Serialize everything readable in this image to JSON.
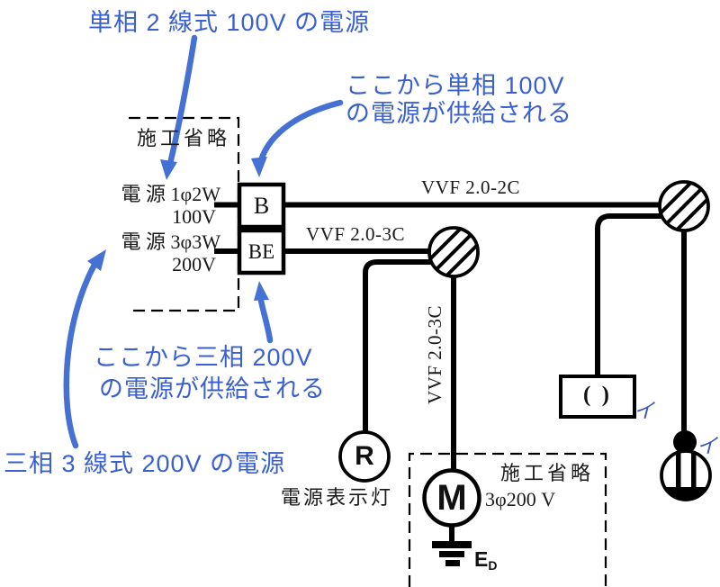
{
  "colors": {
    "annotation_blue": "#3a60d0",
    "arrow_blue": "#4571d3",
    "line_black": "#000000",
    "tag_blue": "#3c59b8"
  },
  "annotations": {
    "single_phase_source": "単相 2 線式 100V の電源",
    "from_b_line1": "ここから単相 100V",
    "from_b_line2": "の電源が供給される",
    "from_be_line1": "ここから三相 200V",
    "from_be_line2": "の電源が供給される",
    "three_phase_source": "三相 3 線式 200V の電源"
  },
  "diagram": {
    "omission_top": "施工省略",
    "omission_bottom": "施工省略",
    "sources": [
      {
        "line1": "電 源 1φ2W",
        "line2": "100V"
      },
      {
        "line1": "電 源 3φ3W",
        "line2": "200V"
      }
    ],
    "breakers": [
      {
        "label": "B"
      },
      {
        "label": "BE"
      }
    ],
    "cables": {
      "top": "VVF 2.0-2C",
      "middle": "VVF 2.0-3C",
      "vertical": "VVF 2.0-3C"
    },
    "devices": {
      "pilot_lamp": {
        "label": "R",
        "caption": "電源表示灯"
      },
      "motor": {
        "label": "M",
        "voltage": "3φ200 V"
      },
      "ground": {
        "label_main": "E",
        "label_sub": "D"
      },
      "rosette": {
        "symbol": "( )",
        "tag": "イ"
      },
      "switch_lamp": {
        "tag": "イ"
      }
    }
  }
}
